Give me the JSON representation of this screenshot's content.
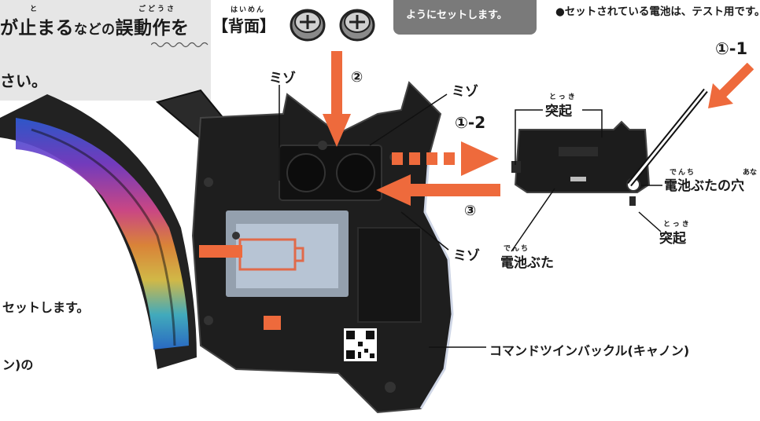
{
  "warning": {
    "line1_part1": "が止まる",
    "line1_part2": "などの",
    "line1_part3": "誤動作を",
    "line2": "さい。",
    "ruby_tomaru": "と",
    "ruby_godousa": "ごどうさ"
  },
  "back": {
    "label": "【背面】",
    "ruby": "はいめん"
  },
  "callout_text": "ようにセットします。",
  "note_text": "●セットされている電池は、テスト用です。",
  "labels": {
    "mizo_1": "ミゾ",
    "mizo_2": "ミゾ",
    "mizo_3": "ミゾ",
    "step_2": "②",
    "step_3": "③",
    "step_1_1": "①-1",
    "step_1_2": "①-2",
    "tokki_top": "突起",
    "tokki_top_ruby": "とっき",
    "tokki_bottom": "突起",
    "tokki_bottom_ruby": "とっき",
    "hole": "電池ぶたの穴",
    "hole_ruby_denchi": "でんち",
    "hole_ruby_ana": "あな",
    "cover": "電池ぶた",
    "cover_ruby": "でんち",
    "device_name": "コマンドツインバックル(キャノン)"
  },
  "left_texts": {
    "set": "セットします。",
    "no": "ン)の"
  },
  "colors": {
    "orange": "#ee6a3c",
    "grey_box": "#e6e6e6",
    "callout": "#7a7a7a",
    "device": "#1e1e1e"
  }
}
